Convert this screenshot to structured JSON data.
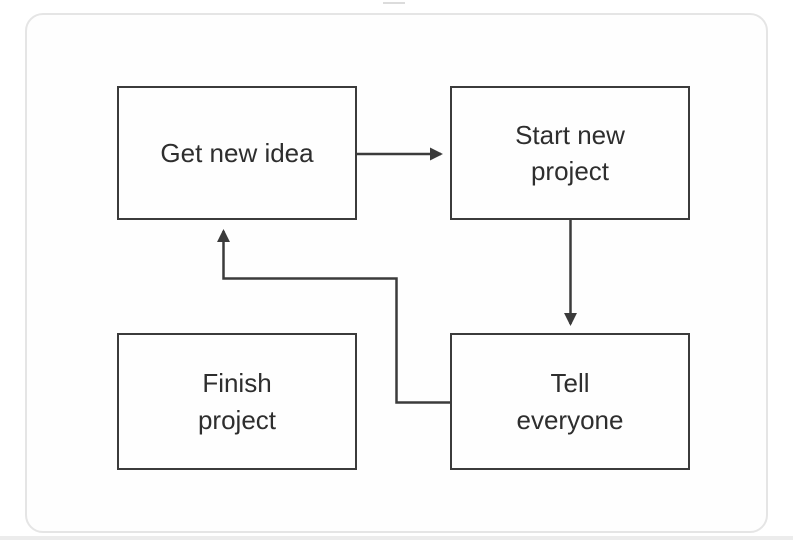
{
  "diagram": {
    "type": "flowchart",
    "nodes": [
      {
        "id": "get-new-idea",
        "label": "Get new idea"
      },
      {
        "id": "start-new-project",
        "label": "Start new\nproject"
      },
      {
        "id": "finish-project",
        "label": "Finish\nproject"
      },
      {
        "id": "tell-everyone",
        "label": "Tell\neveryone"
      }
    ],
    "edges": [
      {
        "from": "get-new-idea",
        "to": "start-new-project",
        "shape": "straight-right-arrow"
      },
      {
        "from": "start-new-project",
        "to": "tell-everyone",
        "shape": "straight-down-arrow"
      },
      {
        "from": "tell-everyone",
        "to": "get-new-idea",
        "shape": "elbow-left-up-arrow"
      }
    ],
    "unconnected_nodes": [
      "finish-project"
    ],
    "colors": {
      "node_border": "#3b3b3b",
      "edge_stroke": "#3b3b3b",
      "text": "#2e2e2e",
      "card_border": "#e5e5e5",
      "background": "#ffffff"
    }
  }
}
